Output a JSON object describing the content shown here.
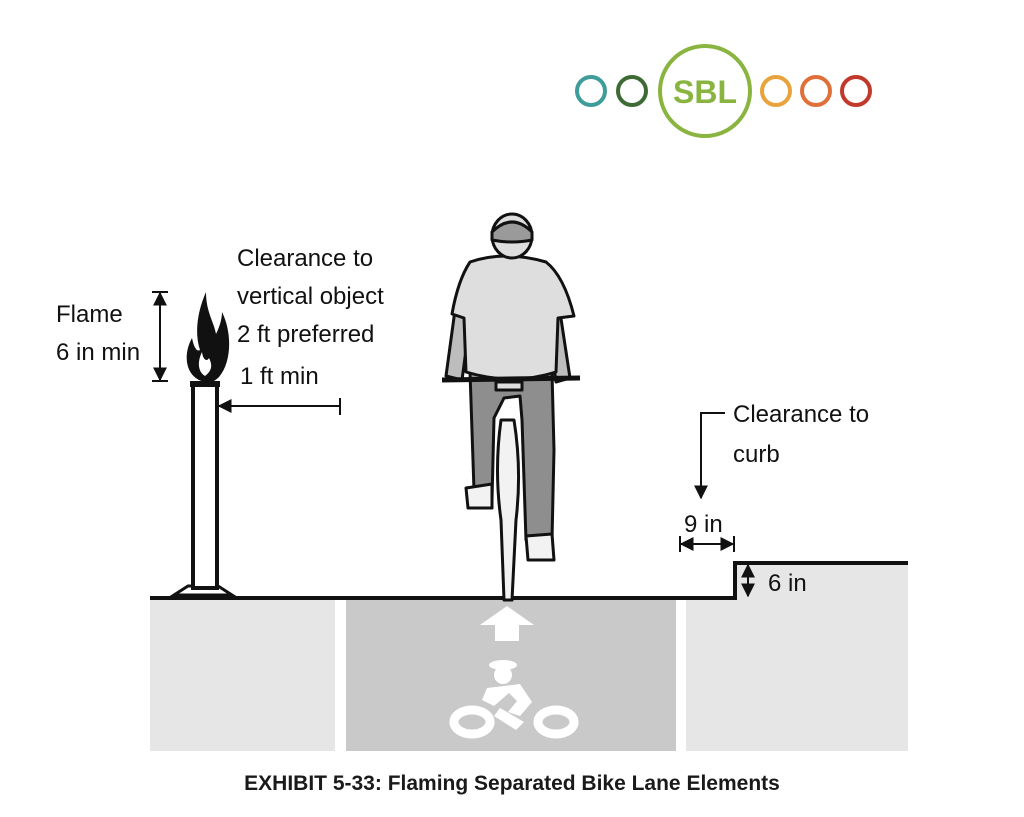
{
  "logo": {
    "text": "SBL",
    "main_color": "#8ab440",
    "left_circles": [
      "#3e9c9a",
      "#3e6b35"
    ],
    "right_circles": [
      "#e8a33c",
      "#e0703a",
      "#c0392b"
    ]
  },
  "labels": {
    "flame_line1": "Flame",
    "flame_line2": "6 in min",
    "clearance_vertical_line1": "Clearance to",
    "clearance_vertical_line2": "vertical object",
    "clearance_vertical_line3": "2 ft preferred",
    "clearance_vertical_line4": "1 ft min",
    "clearance_curb_line1": "Clearance to",
    "clearance_curb_line2": "curb",
    "curb_gap": "9 in",
    "curb_height": "6 in"
  },
  "caption": "EXHIBIT 5-33:  Flaming Separated Bike Lane Elements",
  "colors": {
    "lane": "#c9c9c9",
    "pavement": "#e6e6e6",
    "line": "#111111",
    "shirt": "#dedede",
    "pants": "#8e8e8e"
  }
}
